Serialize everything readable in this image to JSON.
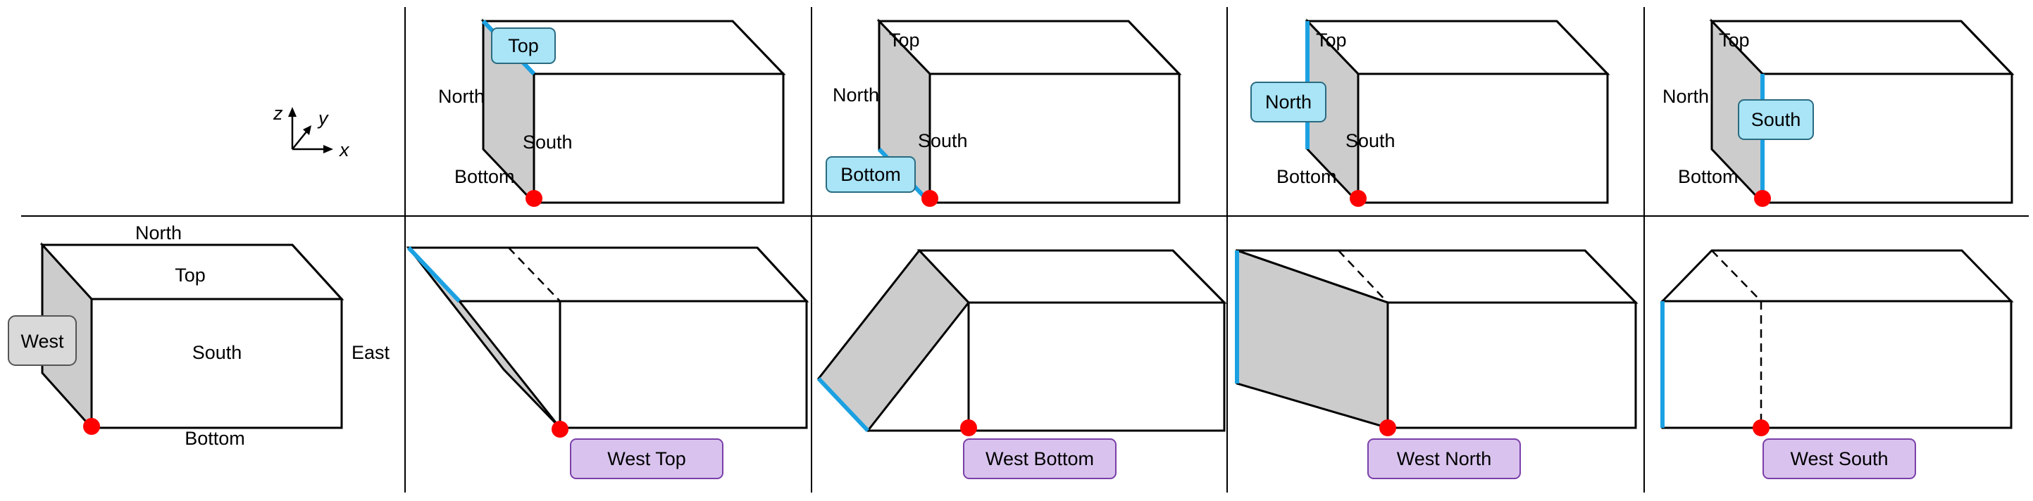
{
  "colors": {
    "highlight_edge": "#1ba1e2",
    "callout_fill": "#a9e4f7",
    "callout_stroke": "#2a6b80",
    "case_fill": "#d9c3ee",
    "case_stroke": "#7a3fa8",
    "west_fill": "#d9d9d9",
    "face_grey": "#cccccc",
    "origin_dot": "#ff0000"
  },
  "axes": {
    "z": "z",
    "y": "y",
    "x": "x"
  },
  "reference": {
    "north": "North",
    "top": "Top",
    "west": "West",
    "south": "South",
    "east": "East",
    "bottom": "Bottom"
  },
  "top_row": [
    {
      "top": "Top",
      "north": "North",
      "south": "South",
      "bottom": "Bottom",
      "highlight": "Top"
    },
    {
      "top": "Top",
      "north": "North",
      "south": "South",
      "bottom": "Bottom",
      "highlight": "Bottom"
    },
    {
      "top": "Top",
      "north": "North",
      "south": "South",
      "bottom": "Bottom",
      "highlight": "North"
    },
    {
      "top": "Top",
      "north": "North",
      "south": "South",
      "bottom": "Bottom",
      "highlight": "South"
    }
  ],
  "cases": [
    "West Top",
    "West Bottom",
    "West North",
    "West South"
  ]
}
